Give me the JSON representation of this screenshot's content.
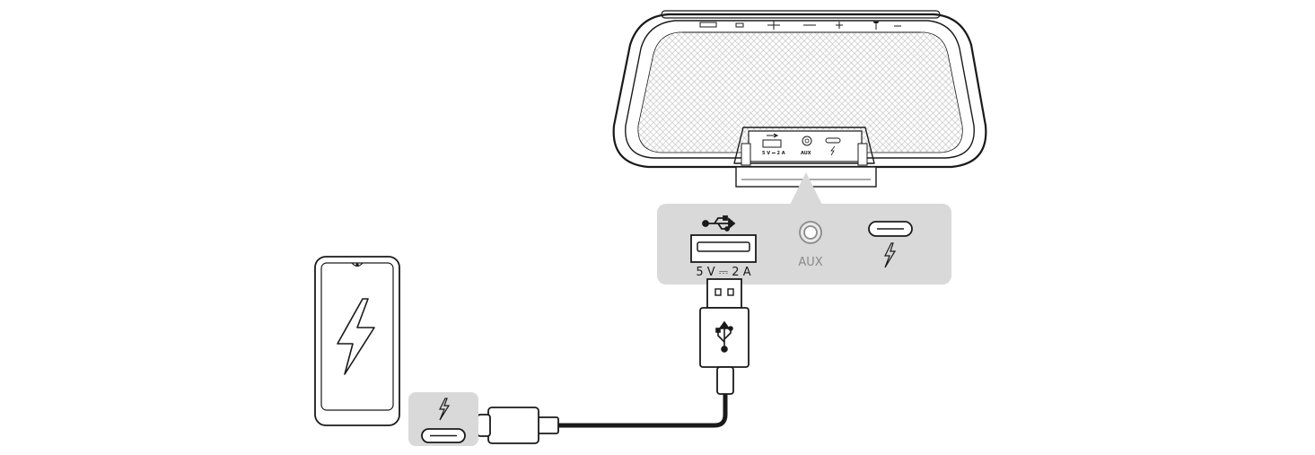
{
  "port_panel": {
    "usb_port_label": "5 V ⎓ 2 A",
    "aux_label": "AUX",
    "background_color": "#d9d9d9"
  },
  "speaker_ports": {
    "usb_label": "5 V ⎓ 2 A",
    "aux_label": "AUX"
  },
  "icons": [
    "usb-symbol-icon",
    "lightning-charge-icon",
    "aux-jack-icon",
    "usb-c-port-icon",
    "smartphone-icon"
  ],
  "colors": {
    "ink": "#1a1a1a",
    "panel": "#d9d9d9",
    "muted_text": "#8a8a8a"
  }
}
